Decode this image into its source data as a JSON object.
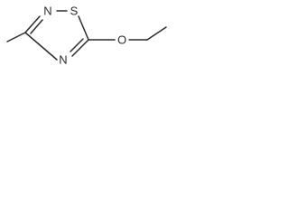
{
  "molecule": {
    "atoms": {
      "n2": "N",
      "s1": "S",
      "n4": "N",
      "o": "O"
    }
  }
}
